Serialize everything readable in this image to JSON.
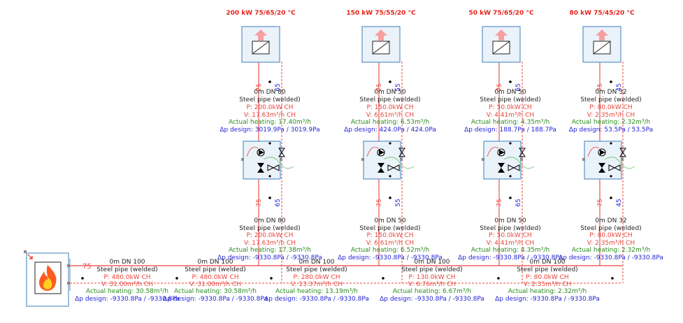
{
  "colors": {
    "supply": "#e8453c",
    "return": "#1f1fd8",
    "green": "#2a8c1e",
    "pipe_text": "#222222",
    "box_fill": "#eaf2fa",
    "box_stroke": "#5b93c9",
    "arrow": "#f7a0a0",
    "grey": "#8a8a8a"
  },
  "circuits": [
    {
      "title": "200 kW 75/65/20 °C",
      "supply_label": "75",
      "return_label": "65",
      "upper": {
        "length": "0m DN 80",
        "material": "Steel pipe (welded)",
        "power": "P: 200.0kW CH",
        "volume": "V: 17.63m³/h CH",
        "actual": "Actual heating: 17.40m³/h",
        "dp": "Δp design: 3019.9Pa / 3019.9Pa"
      },
      "lower": {
        "length": "0m DN 80",
        "material": "Steel pipe (welded)",
        "power": "P: 200.0kW CH",
        "volume": "V: 17.63m³/h CH",
        "actual": "Actual heating: 17.38m³/h",
        "dp": "Δp design: -9330.8Pa / -9330.8Pa"
      }
    },
    {
      "title": "150 kW 75/55/20 °C",
      "supply_label": "75",
      "return_label": "55",
      "upper": {
        "length": "0m DN 50",
        "material": "Steel pipe (welded)",
        "power": "P: 150.0kW CH",
        "volume": "V: 6.61m³/h CH",
        "actual": "Actual heating: 6.53m³/h",
        "dp": "Δp design: 424.0Pa / 424.0Pa"
      },
      "lower": {
        "length": "0m DN 50",
        "material": "Steel pipe (welded)",
        "power": "P: 150.0kW CH",
        "volume": "V: 6.61m³/h CH",
        "actual": "Actual heating: 6.52m³/h",
        "dp": "Δp design: -9330.8Pa / -9330.8Pa"
      }
    },
    {
      "title": "50 kW 75/65/20 °C",
      "supply_label": "75",
      "return_label": "65",
      "upper": {
        "length": "0m DN 50",
        "material": "Steel pipe (welded)",
        "power": "P: 50.0kW CH",
        "volume": "V: 4.41m³/h CH",
        "actual": "Actual heating: 4.35m³/h",
        "dp": "Δp design: 188.7Pa / 188.7Pa"
      },
      "lower": {
        "length": "0m DN 50",
        "material": "Steel pipe (welded)",
        "power": "P: 50.0kW CH",
        "volume": "V: 4.41m³/h CH",
        "actual": "Actual heating: 4.35m³/h",
        "dp": "Δp design: -9330.8Pa / -9330.8Pa"
      }
    },
    {
      "title": "80 kW 75/45/20 °C",
      "supply_label": "75",
      "return_label": "45",
      "upper": {
        "length": "0m DN 32",
        "material": "Steel pipe (welded)",
        "power": "P: 80.0kW CH",
        "volume": "V: 2.35m³/h CH",
        "actual": "Actual heating: 2.32m³/h",
        "dp": "Δp design: 53.5Pa / 53.5Pa"
      },
      "lower": {
        "length": "0m DN 32",
        "material": "Steel pipe (welded)",
        "power": "P: 80.0kW CH",
        "volume": "V: 2.35m³/h CH",
        "actual": "Actual heating: 2.32m³/h",
        "dp": "Δp design: -9330.8Pa / -9330.8Pa"
      }
    }
  ],
  "main": {
    "supply_label": "75",
    "segments": [
      {
        "length": "0m DN 100",
        "material": "Steel pipe (welded)",
        "power": "P: 480.0kW CH",
        "volume": "V: 31.00m³/h CH",
        "actual": "Actual heating: 30.58m³/h",
        "dp": "Δp design: -9330.8Pa / -9330.8Pa"
      },
      {
        "length": "0m DN 100",
        "material": "Steel pipe (welded)",
        "power": "P: 480.0kW CH",
        "volume": "V: 31.00m³/h CH",
        "actual": "Actual heating: 30.58m³/h",
        "dp": "Δp design: -9330.8Pa / -9330.8Pa"
      },
      {
        "length": "0m DN 100",
        "material": "Steel pipe (welded)",
        "power": "P: 280.0kW CH",
        "volume": "V: 13.37m³/h CH",
        "actual": "Actual heating: 13.19m³/h",
        "dp": "Δp design: -9330.8Pa / -9330.8Pa"
      },
      {
        "length": "0m DN 100",
        "material": "Steel pipe (welded)",
        "power": "P: 130.0kW CH",
        "volume": "V: 6.76m³/h CH",
        "actual": "Actual heating: 6.67m³/h",
        "dp": "Δp design: -9330.8Pa / -9330.8Pa"
      },
      {
        "length": "0m DN 100",
        "material": "Steel pipe (welded)",
        "power": "P: 80.0kW CH",
        "volume": "V: 2.35m³/h CH",
        "actual": "Actual heating: 2.32m³/h",
        "dp": "Δp design: -9330.8Pa / -9330.8Pa"
      }
    ]
  }
}
